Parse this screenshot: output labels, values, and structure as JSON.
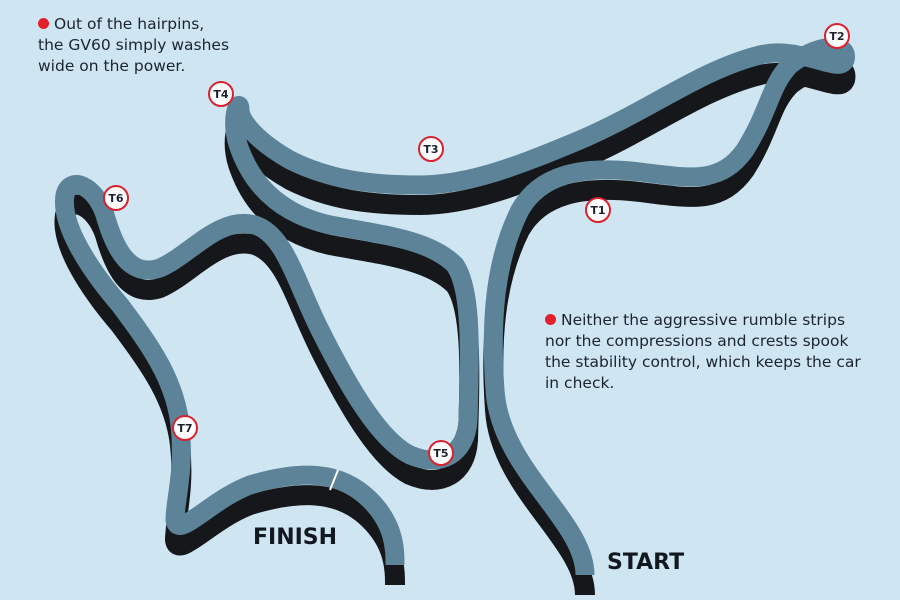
{
  "notes": [
    {
      "lines": [
        "Out of the hairpins,",
        "the GV60 simply washes",
        "wide on the power."
      ]
    },
    {
      "lines": [
        "Neither the aggressive rumble strips",
        "nor the compressions and crests spook",
        "the stability control, which keeps the car",
        "in check."
      ]
    }
  ],
  "turns": [
    "T1",
    "T2",
    "T3",
    "T4",
    "T5",
    "T6",
    "T7"
  ],
  "labels": {
    "start": "START",
    "finish": "FINISH"
  },
  "colors": {
    "background": "#cfe6f2",
    "track": "#5c8397",
    "shadow": "#15171a",
    "marker": "#d8222d"
  }
}
